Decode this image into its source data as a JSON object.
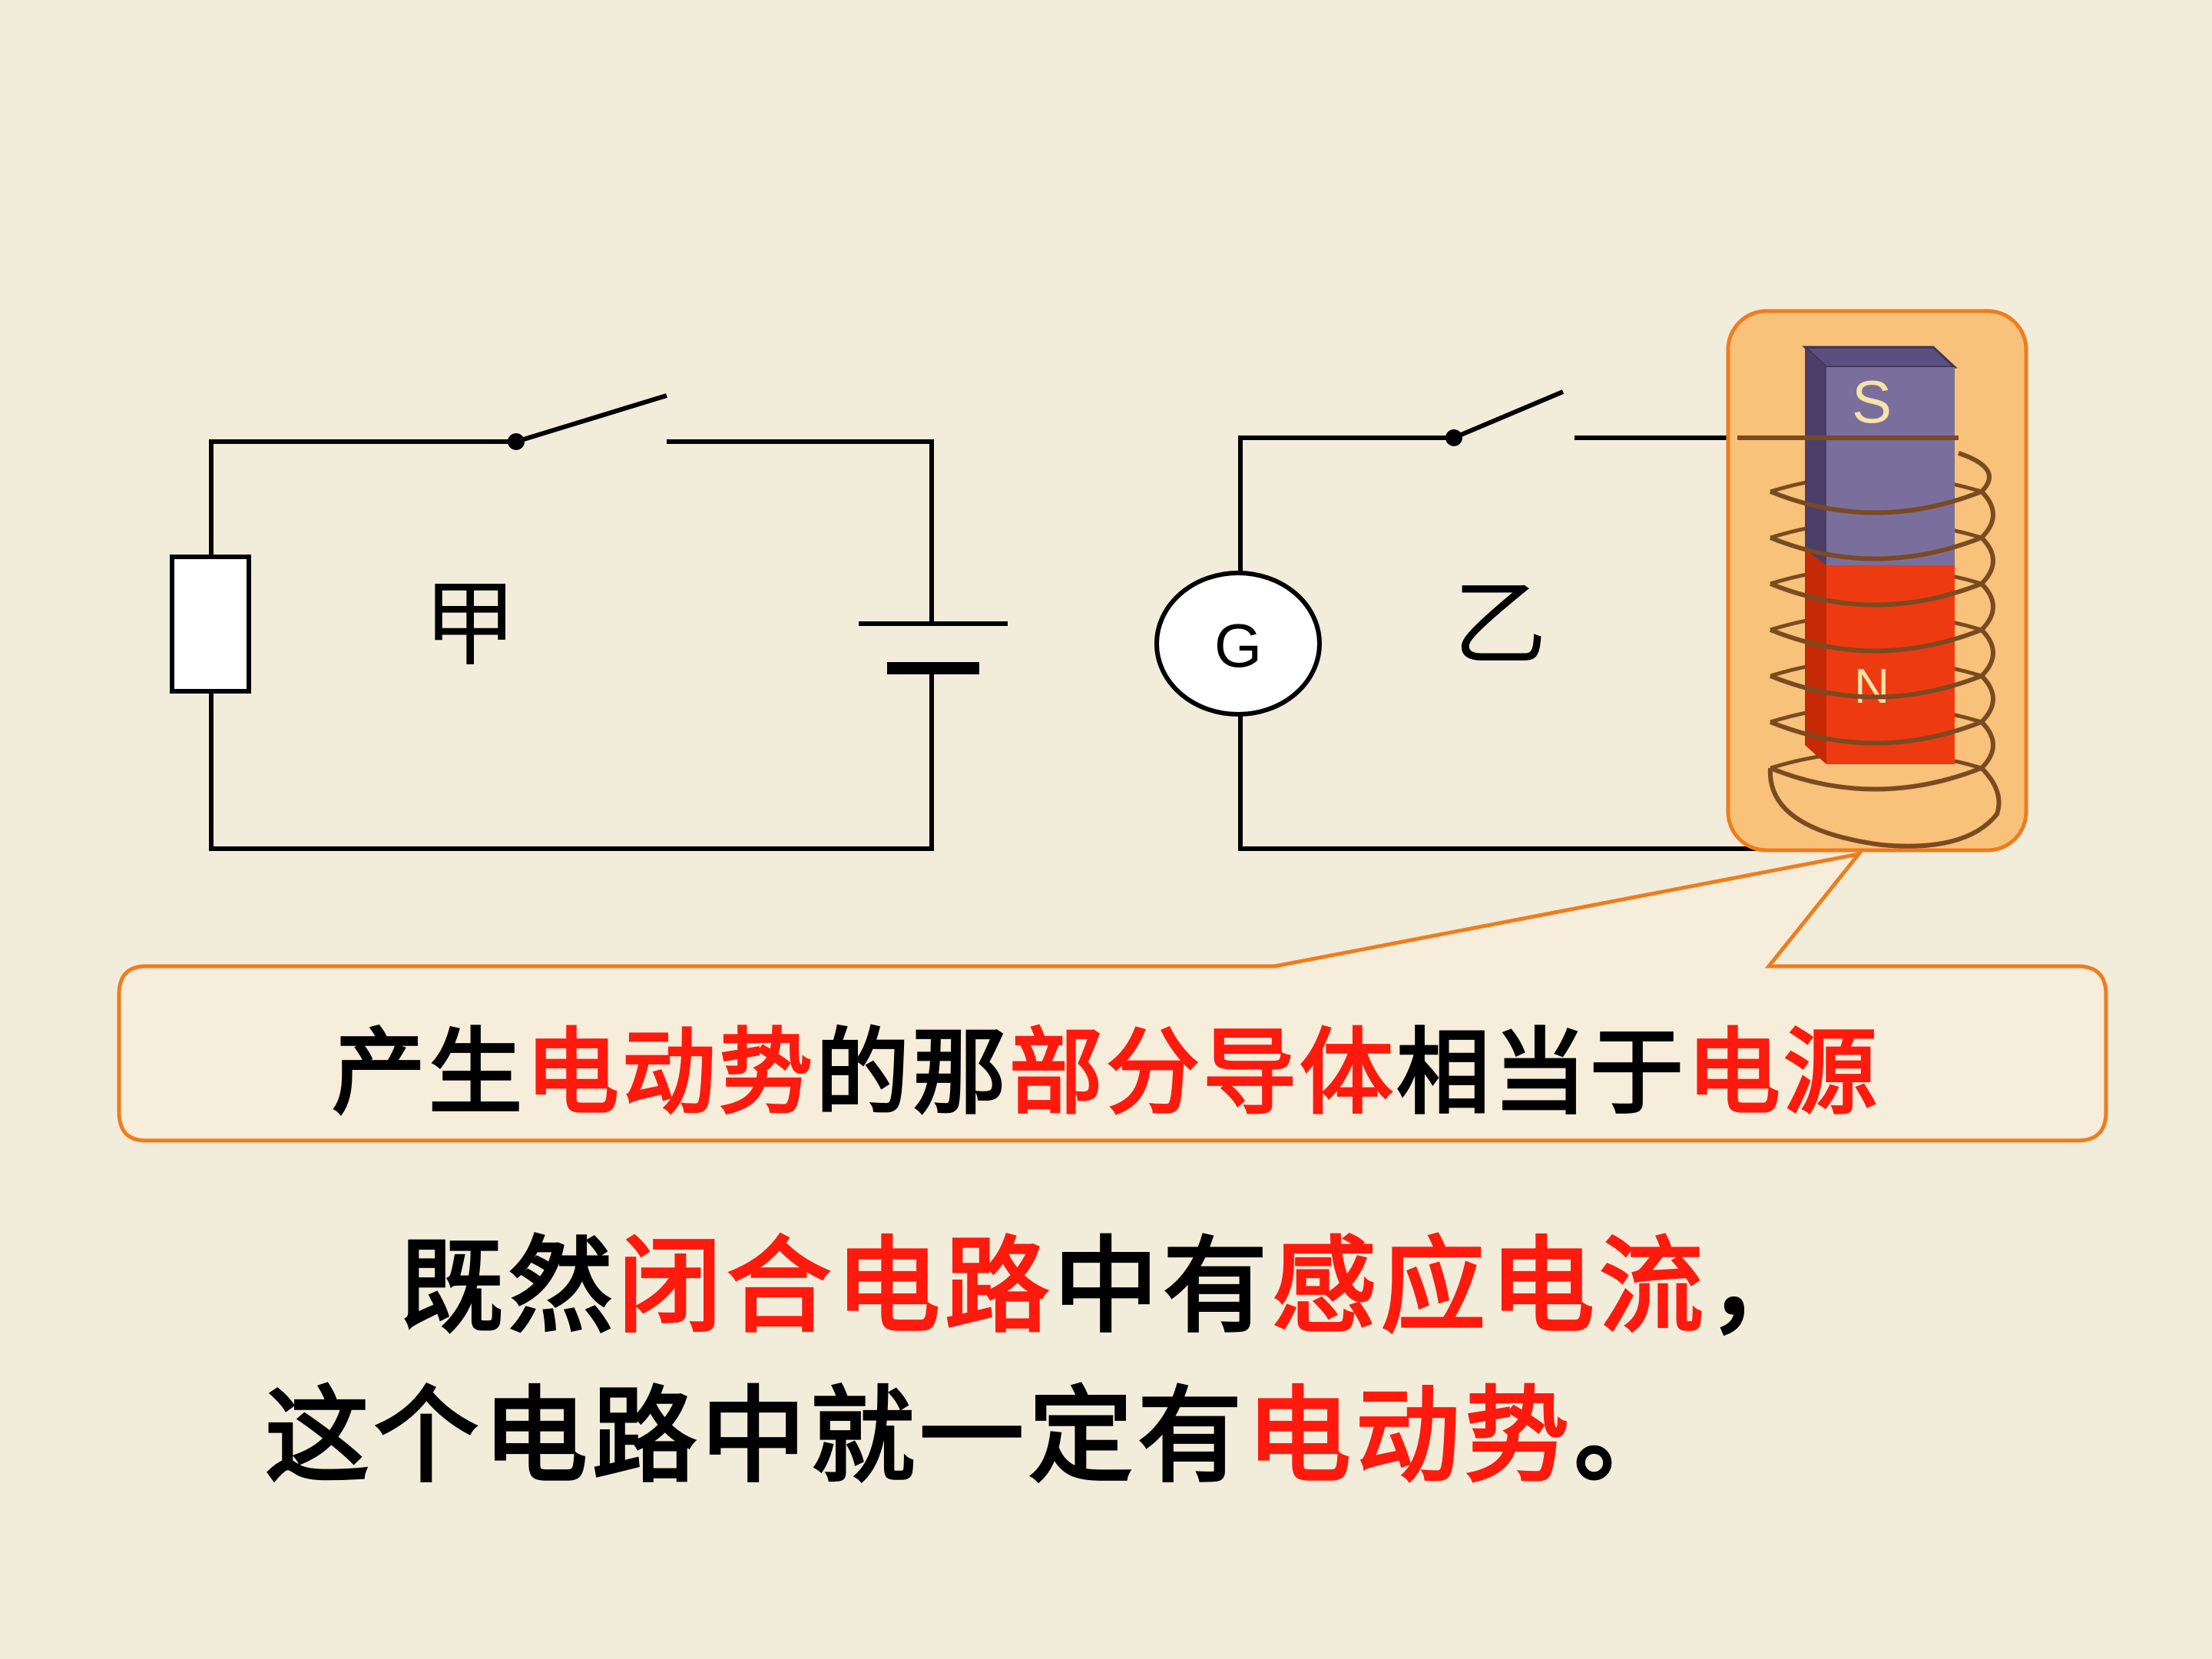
{
  "circuit_left": {
    "label": "甲"
  },
  "circuit_right": {
    "label": "乙",
    "galvanometer_label": "G",
    "magnet_top_label": "S",
    "magnet_bottom_label": "N"
  },
  "callout": {
    "segments": [
      {
        "text": "产生",
        "color": "black"
      },
      {
        "text": "电动势",
        "color": "red"
      },
      {
        "text": "的那",
        "color": "black"
      },
      {
        "text": "部分导体",
        "color": "red"
      },
      {
        "text": "相当于",
        "color": "black"
      },
      {
        "text": "电源",
        "color": "red"
      }
    ]
  },
  "paragraph": {
    "line1": [
      {
        "text": "既然",
        "color": "black"
      },
      {
        "text": "闭合电路",
        "color": "red"
      },
      {
        "text": "中有",
        "color": "black"
      },
      {
        "text": "感应电流",
        "color": "red"
      },
      {
        "text": "，",
        "color": "black"
      }
    ],
    "line2": [
      {
        "text": "这个电路中就一定有",
        "color": "black"
      },
      {
        "text": "电动势",
        "color": "red"
      },
      {
        "text": "。",
        "color": "black"
      }
    ]
  },
  "colors": {
    "background": "#f2ecdb",
    "highlight_red": "#ff1a0d",
    "callout_border": "#f07c1c",
    "callout_fill": "#f8c27a",
    "magnet_s": "#7a6e9c",
    "magnet_n": "#ee3a10",
    "coil": "#7a4a22"
  }
}
